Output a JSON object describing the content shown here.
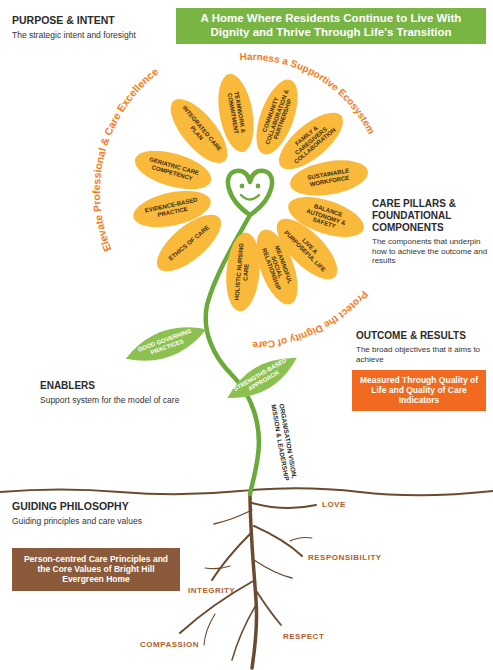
{
  "diagram": {
    "nodes": [
      {
        "text": [
          "A Home Where Residents Continue to Live With Dignity and Thrive Through Life's Transition"
        ]
      },
      {
        "text": [
          "INTEGRATED CARE PLAN"
        ]
      },
      {
        "text": [
          "TEAMWORK & COMMITMENT"
        ]
      },
      {
        "text": [
          "COMMUNITY COLLABORATION & PARTNERSHIP"
        ]
      },
      {
        "text": [
          "FAMILY & CAREGIVERS COLLABORATION"
        ]
      },
      {
        "text": [
          "SUSTAINABLE WORKFORCE"
        ]
      },
      {
        "text": [
          "BALANCE AUTONOMY & SAFETY"
        ]
      },
      {
        "text": [
          "LIVE A PURPOSEFUL LIFE"
        ]
      },
      {
        "text": [
          "MEANINGFUL SOCIAL RELATIONSHIP"
        ]
      },
      {
        "text": [
          "HOLISTIC NURSING CARE"
        ]
      },
      {
        "text": [
          "ETHICS OF CARE"
        ]
      },
      {
        "text": [
          "EVIDENCE-BASED PRACTICE"
        ]
      },
      {
        "text": [
          "GERIATRIC CARE COMPETENCY"
        ]
      },
      {
        "text": [
          "Measured Through Quality of Life and Quality of Care Indicators"
        ]
      },
      {
        "text": [
          "STRENGTHS-BASED APPROACH"
        ]
      },
      {
        "text": [
          "GOOD GOVERNING PRACTICES"
        ]
      },
      {
        "text": [
          "Person-centred Care Principles and the Core Values of Bright Hill Evergreen Home"
        ]
      }
    ],
    "labels": [
      "PURPOSE & INTENT",
      "The strategic intent and foresight",
      "Harness a Supportive Ecosystem",
      "Elevate Professional & Care Excellence",
      "CARE PILLARS & FOUNDATIONAL COMPONENTS",
      "The components that underpin how to achieve the outcome and results",
      "Protect the Dignity of Care",
      "OUTCOME & RESULTS",
      "The broad objectives that it aims to achieve",
      "ORGANISATION VISION, MISSION & LEADERSHIP",
      "ENABLERS",
      "Support system for the model of care",
      "GUIDING PHILOSOPHY",
      "Guiding principles and care values",
      "LOVE",
      "RESPONSIBILITY",
      "INTEGRITY",
      "COMPASSION",
      "RESPECT"
    ]
  }
}
